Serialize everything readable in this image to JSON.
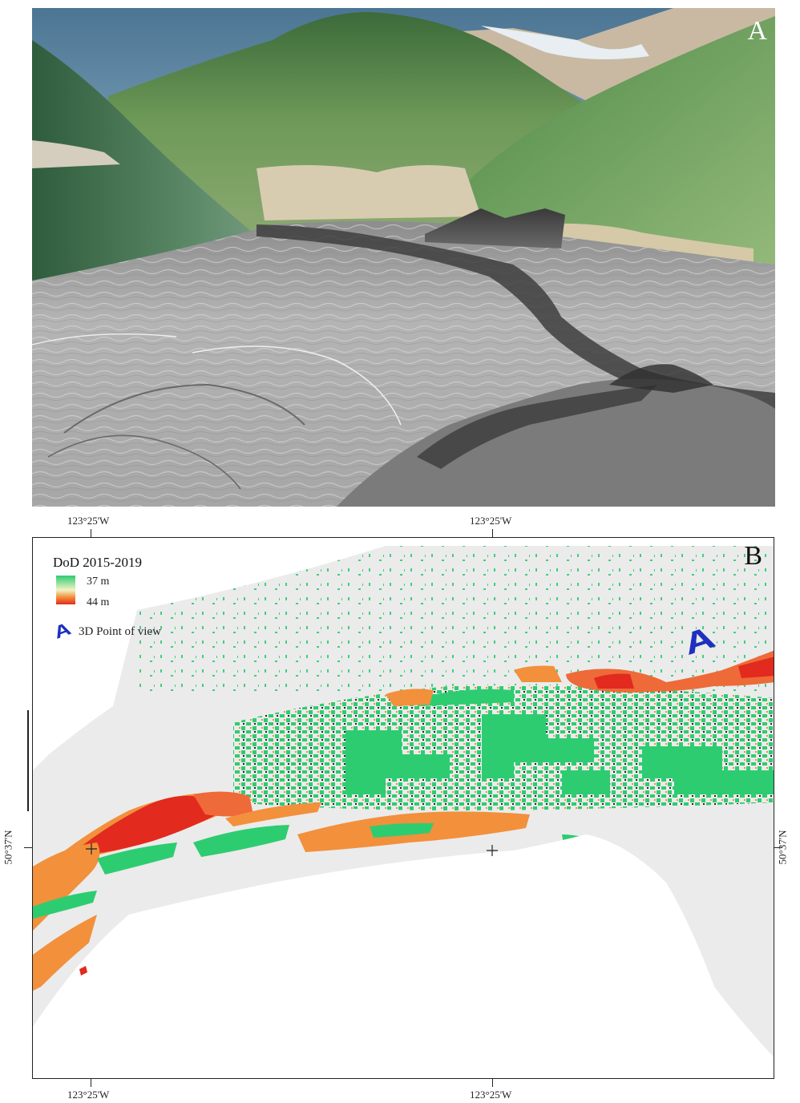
{
  "panel_a": {
    "letter": "A"
  },
  "panel_b": {
    "letter": "B",
    "legend": {
      "title": "DoD  2015-2019",
      "top_value": "37 m",
      "bottom_value": "44 m",
      "view_marker": "A",
      "view_label": "3D Point of view"
    },
    "marker_label": "A",
    "coords": {
      "top_left": "123°25'W",
      "top_right": "123°25'W",
      "bottom_left": "123°25'W",
      "bottom_right": "123°25'W",
      "left_lat": "50°37'N",
      "right_lat": "50°37'N"
    },
    "colors": {
      "gain": "#2ecc71",
      "loss_moderate": "#f2903c",
      "loss_high": "#e22a1e",
      "loss_medium": "#ee6a38",
      "stable": "#ebebeb",
      "nodata": "#ffffff"
    }
  }
}
